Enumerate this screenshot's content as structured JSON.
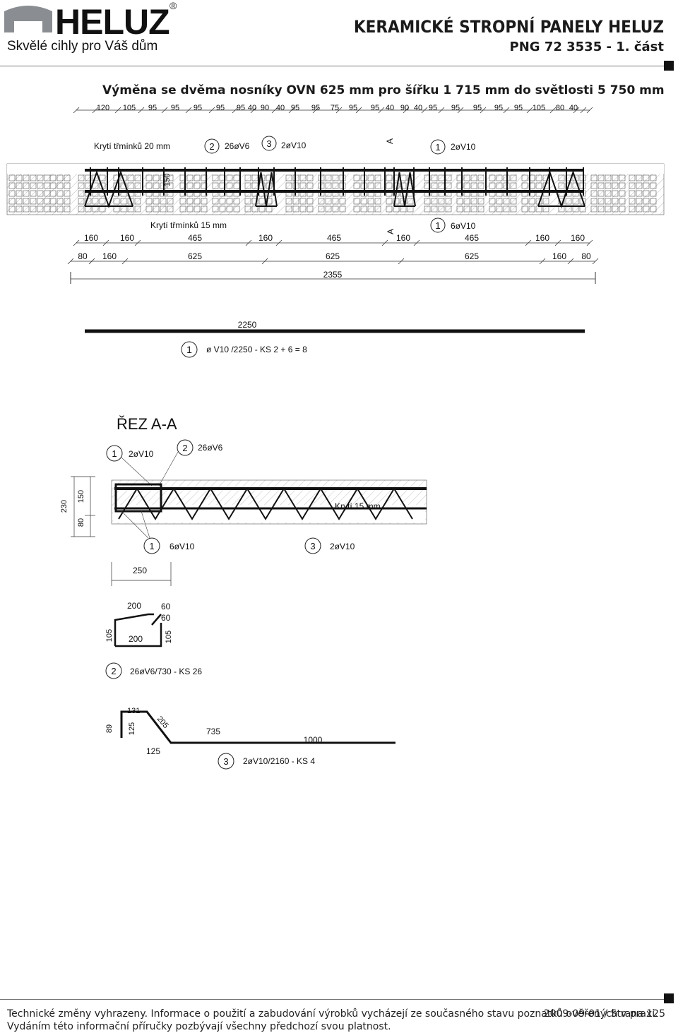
{
  "header": {
    "brand": "HELUZ",
    "registered": "®",
    "tagline": "Skvělé cihly pro Váš dům",
    "title": "KERAMICKÉ STROPNÍ PANELY HELUZ",
    "code": "PNG 72 3535 - 1. část"
  },
  "section_title": "Výměna se dvěma nosníky OVN 625 mm pro šířku 1 715 mm do světlosti 5 750 mm",
  "top_dims": [
    "120",
    "105",
    "95",
    "95",
    "95",
    "95",
    "95",
    "40",
    "90",
    "40",
    "95",
    "95",
    "75",
    "95",
    "95",
    "40",
    "90",
    "40",
    "95",
    "95",
    "95",
    "95",
    "95",
    "105",
    "80",
    "40"
  ],
  "labels": {
    "cover20": "Krytí třmínků 20 mm",
    "cover15": "Krytí třmínků 15 mm",
    "mark_a": "A",
    "h150": "150",
    "tag1": "1",
    "tag2": "2",
    "tag3": "3",
    "bar_26v6": "26øV6",
    "bar_2v10": "2øV10",
    "bar_6v10": "6øV10"
  },
  "dim_row1": [
    "160",
    "160",
    "465",
    "160",
    "465",
    "160",
    "465",
    "160",
    "160"
  ],
  "dim_row2": [
    "80",
    "160",
    "625",
    "625",
    "625",
    "160",
    "80"
  ],
  "dim_total": "2355",
  "bar1": {
    "length": "2250",
    "tag": "1",
    "spec": "ø V10 /2250 - KS 2 + 6 = 8"
  },
  "section": {
    "title": "ŘEZ A-A",
    "tag1": "1",
    "tag1_spec": "2øV10",
    "tag2": "2",
    "tag2_spec": "26øV6",
    "h230": "230",
    "h150": "150",
    "h80": "80",
    "cover": "Krytí 15 mm",
    "tag1b": "1",
    "tag1b_spec": "6øV10",
    "tag3": "3",
    "tag3_spec": "2øV10",
    "w250": "250"
  },
  "stirrup": {
    "d200a": "200",
    "d60a": "60",
    "d60b": "60",
    "d105a": "105",
    "d200b": "200",
    "d105b": "105",
    "tag": "2",
    "spec": "26øV6/730 - KS 26"
  },
  "bent_bar": {
    "d131": "131",
    "d89": "89",
    "d125a": "125",
    "d205": "205",
    "d735": "735",
    "d1000": "1000",
    "d125b": "125",
    "tag": "3",
    "spec": "2øV10/2160 - KS 4"
  },
  "footer": {
    "line1": "Technické změny vyhrazeny. Informace o použití a zabudování výrobků vycházejí ze současného stavu poznatků ověřených v praxi.",
    "line2": "Vydáním této informační příručky pozbývají všechny předchozí svou platnost.",
    "date_page": "2009-09-01 / Strana 125"
  }
}
